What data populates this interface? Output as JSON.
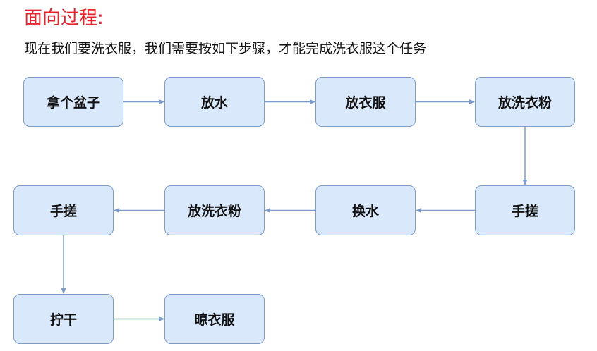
{
  "header": {
    "title": "面向过程:",
    "description": "现在我们要洗衣服，我们需要按如下步骤，才能完成洗衣服这个任务"
  },
  "diagram": {
    "steps": [
      {
        "id": "s1",
        "label": "拿个盆子"
      },
      {
        "id": "s2",
        "label": "放水"
      },
      {
        "id": "s3",
        "label": "放衣服"
      },
      {
        "id": "s4",
        "label": "放洗衣粉"
      },
      {
        "id": "s5",
        "label": "手搓"
      },
      {
        "id": "s6",
        "label": "换水"
      },
      {
        "id": "s7",
        "label": "放洗衣粉"
      },
      {
        "id": "s8",
        "label": "手搓"
      },
      {
        "id": "s9",
        "label": "拧干"
      },
      {
        "id": "s10",
        "label": "晾衣服"
      }
    ],
    "connections": [
      {
        "from": "s1",
        "to": "s2"
      },
      {
        "from": "s2",
        "to": "s3"
      },
      {
        "from": "s3",
        "to": "s4"
      },
      {
        "from": "s4",
        "to": "s5"
      },
      {
        "from": "s5",
        "to": "s6"
      },
      {
        "from": "s6",
        "to": "s7"
      },
      {
        "from": "s7",
        "to": "s8"
      },
      {
        "from": "s8",
        "to": "s9"
      },
      {
        "from": "s9",
        "to": "s10"
      }
    ],
    "colors": {
      "box_fill": "#dae8fc",
      "box_border": "#7c9ccb",
      "arrow": "#7c9ccb",
      "title": "#e8232b"
    }
  }
}
